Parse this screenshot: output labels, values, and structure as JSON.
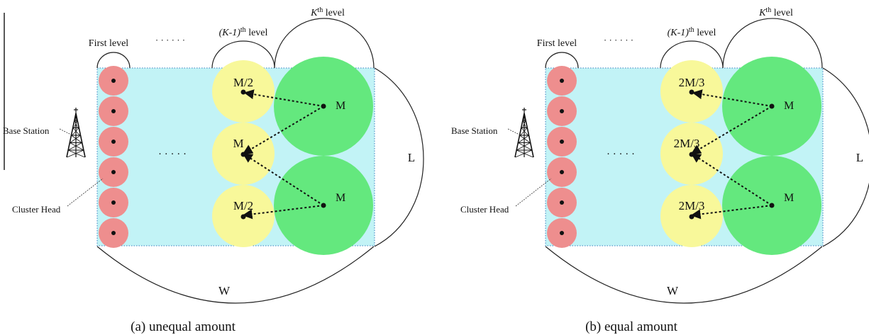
{
  "colors": {
    "field": "#c2f3f6",
    "cluster_head": "#ee8e8e",
    "middle_circle": "#f8f89a",
    "outer_circle": "#64e87e",
    "line": "#111111"
  },
  "panels": [
    {
      "caption": "(a) unequal amount",
      "first_level": "First level",
      "k1_level_prefix": "(K-1)",
      "k1_level_sup": "th",
      "k1_level_suffix": " level",
      "k_level_prefix": "K",
      "k_level_sup": "th",
      "k_level_suffix": " level",
      "dots_top": "· · · · · ·",
      "dots_mid": "· · · · ·",
      "base_station": "Base Station",
      "cluster_head": "Cluster Head",
      "middle_labels": [
        "M/2",
        "M",
        "M/2"
      ],
      "outer_labels": [
        "M",
        "M"
      ],
      "w_label": "W",
      "l_label": "L"
    },
    {
      "caption": "(b) equal amount",
      "first_level": "First level",
      "k1_level_prefix": "(K-1)",
      "k1_level_sup": "th",
      "k1_level_suffix": " level",
      "k_level_prefix": "K",
      "k_level_sup": "th",
      "k_level_suffix": " level",
      "dots_top": "· · · · · ·",
      "dots_mid": "· · · · ·",
      "base_station": "Base Station",
      "cluster_head": "Cluster Head",
      "middle_labels": [
        "2M/3",
        "2M/3",
        "2M/3"
      ],
      "outer_labels": [
        "M",
        "M"
      ],
      "w_label": "W",
      "l_label": "L"
    }
  ]
}
